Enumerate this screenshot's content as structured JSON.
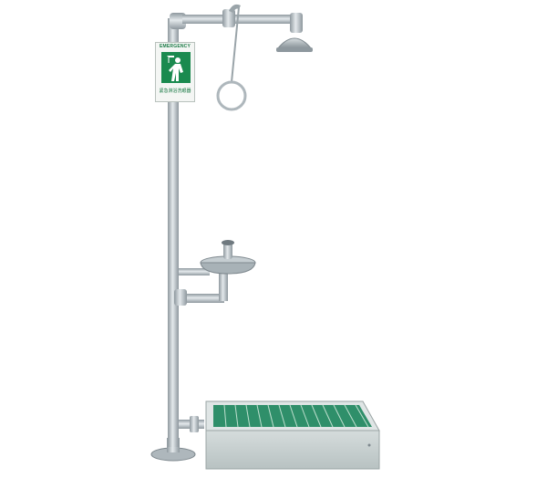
{
  "image": {
    "subject": "emergency-shower-and-eyewash-station"
  },
  "sign": {
    "heading": "EMERGENCY",
    "caption": "紧急淋浴洗眼器",
    "icon": "shower-person-icon",
    "color": "#1a8a4f"
  },
  "colors": {
    "background": "#ffffff",
    "pipe": "#bfc7cc",
    "pipe_shadow": "#8e989e",
    "tray": "#c9d2d2",
    "grate": "#2f8f6a"
  }
}
